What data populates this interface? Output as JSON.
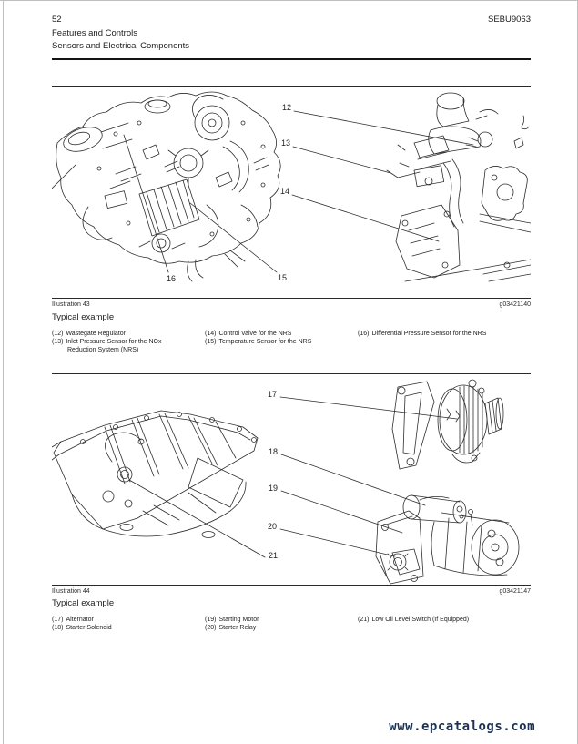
{
  "page": {
    "number": "52",
    "code": "SEBU9063",
    "section": "Features and Controls",
    "subsection": "Sensors and Electrical Components"
  },
  "fig43": {
    "label": "Illustration 43",
    "gnumber": "g03421140",
    "caption": "Typical example",
    "callouts": {
      "n12": "12",
      "n13": "13",
      "n14": "14",
      "n15": "15",
      "n16": "16"
    },
    "legend": {
      "columns": [
        {
          "items": [
            {
              "num": "(12)",
              "text": "Wastegate Regulator"
            },
            {
              "num": "(13)",
              "text": "Inlet Pressure Sensor for the NOx Reduction System (NRS)"
            }
          ]
        },
        {
          "items": [
            {
              "num": "(14)",
              "text": "Control Valve for the NRS"
            },
            {
              "num": "(15)",
              "text": "Temperature Sensor for the NRS"
            }
          ]
        },
        {
          "items": [
            {
              "num": "(16)",
              "text": "Differential Pressure Sensor for the NRS"
            }
          ]
        }
      ]
    }
  },
  "fig44": {
    "label": "Illustration 44",
    "gnumber": "g03421147",
    "caption": "Typical example",
    "callouts": {
      "n17": "17",
      "n18": "18",
      "n19": "19",
      "n20": "20",
      "n21": "21"
    },
    "legend": {
      "columns": [
        {
          "items": [
            {
              "num": "(17)",
              "text": "Alternator"
            },
            {
              "num": "(18)",
              "text": "Starter Solenoid"
            }
          ]
        },
        {
          "items": [
            {
              "num": "(19)",
              "text": "Starting Motor"
            },
            {
              "num": "(20)",
              "text": "Starter Relay"
            }
          ]
        },
        {
          "items": [
            {
              "num": "(21)",
              "text": "Low Oil Level Switch (If Equipped)"
            }
          ]
        }
      ]
    }
  },
  "watermark": {
    "text": "www.epcatalogs.com",
    "color": "#1c3152"
  },
  "colors": {
    "ink": "#1d1d1d",
    "line_art": "#2d2d2d",
    "rule": "#141414"
  }
}
